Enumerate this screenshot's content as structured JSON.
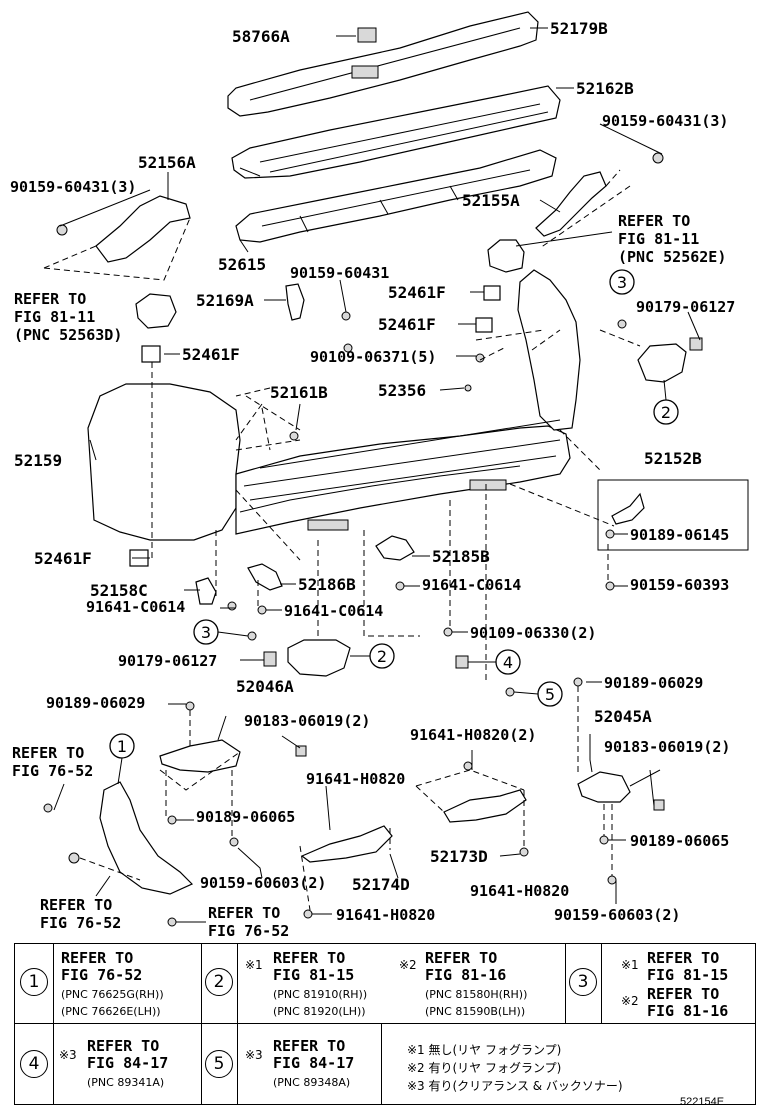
{
  "labels": {
    "p58766A": "58766A",
    "p52179B": "52179B",
    "p52162B": "52162B",
    "p90159_60431_3_right": "90159-60431(3)",
    "p52156A": "52156A",
    "p90159_60431_3_left": "90159-60431(3)",
    "p52155A": "52155A",
    "refer_81_11_right_1": "REFER TO",
    "refer_81_11_right_2": "FIG 81-11",
    "refer_81_11_right_3": "(PNC 52562E)",
    "p52615": "52615",
    "p90159_60431": "90159-60431",
    "refer_81_11_left_1": "REFER TO",
    "refer_81_11_left_2": "FIG 81-11",
    "refer_81_11_left_3": "(PNC 52563D)",
    "p52169A": "52169A",
    "p52461F_1": "52461F",
    "p52461F_2": "52461F",
    "p52461F_3": "52461F",
    "p90179_06127_right": "90179-06127",
    "p90109_06371_5": "90109-06371(5)",
    "p52356": "52356",
    "p52161B": "52161B",
    "p52159": "52159",
    "p52152B": "52152B",
    "p90189_06145": "90189-06145",
    "p52461F_4": "52461F",
    "p52185B": "52185B",
    "p52158C": "52158C",
    "p52186B": "52186B",
    "p91641_C0614_right": "91641-C0614",
    "p90159_60393": "90159-60393",
    "p91641_C0614_left": "91641-C0614",
    "p91641_C0614_mid": "91641-C0614",
    "p90109_06330_2": "90109-06330(2)",
    "p90179_06127_left": "90179-06127",
    "p52046A": "52046A",
    "p90189_06029_left": "90189-06029",
    "p90189_06029_right": "90189-06029",
    "p90183_06019_2_left": "90183-06019(2)",
    "p52045A": "52045A",
    "p91641_H0820_2": "91641-H0820(2)",
    "p90183_06019_2_right": "90183-06019(2)",
    "refer_76_52_a1": "REFER TO",
    "refer_76_52_a2": "FIG 76-52",
    "p91641_H0820_a": "91641-H0820",
    "p90189_06065_left": "90189-06065",
    "p90189_06065_right": "90189-06065",
    "p52173D": "52173D",
    "p91641_H0820_b": "91641-H0820",
    "p90159_60603_2_left": "90159-60603(2)",
    "p52174D": "52174D",
    "p90159_60603_2_right": "90159-60603(2)",
    "refer_76_52_b1": "REFER TO",
    "refer_76_52_b2": "FIG 76-52",
    "refer_76_52_c1": "REFER TO",
    "refer_76_52_c2": "FIG 76-52",
    "p91641_H0820_c": "91641-H0820"
  },
  "callouts": {
    "c1": "1",
    "c2": "2",
    "c3": "3",
    "c4": "4",
    "c5": "5"
  },
  "legend": {
    "n1": "1",
    "n2": "2",
    "n3": "3",
    "n4": "4",
    "n5": "5",
    "c1_line1": "REFER TO",
    "c1_line2": "FIG 76-52",
    "c1_line3": "(PNC 76625G(RH))",
    "c1_line4": "(PNC 76626E(LH))",
    "c2a_mark": "※1",
    "c2a_line1": "REFER TO",
    "c2a_line2": "FIG 81-15",
    "c2a_line3": "(PNC 81910(RH))",
    "c2a_line4": "(PNC 81920(LH))",
    "c2b_mark": "※2",
    "c2b_line1": "REFER TO",
    "c2b_line2": "FIG 81-16",
    "c2b_line3": "(PNC 81580H(RH))",
    "c2b_line4": "(PNC 81590B(LH))",
    "c3a_mark": "※1",
    "c3a_line1": "REFER TO",
    "c3a_line2": "FIG 81-15",
    "c3b_mark": "※2",
    "c3b_line1": "REFER TO",
    "c3b_line2": "FIG 81-16",
    "c4_mark": "※3",
    "c4_line1": "REFER TO",
    "c4_line2": "FIG 84-17",
    "c4_line3": "(PNC 89341A)",
    "c5_mark": "※3",
    "c5_line1": "REFER TO",
    "c5_line2": "FIG 84-17",
    "c5_line3": "(PNC 89348A)",
    "note1": "※1 無し(リヤ フォグランプ)",
    "note2": "※2 有り(リヤ フォグランプ)",
    "note3": "※3 有り(クリアランス & バックソナー)"
  },
  "figure_id": "522154E"
}
